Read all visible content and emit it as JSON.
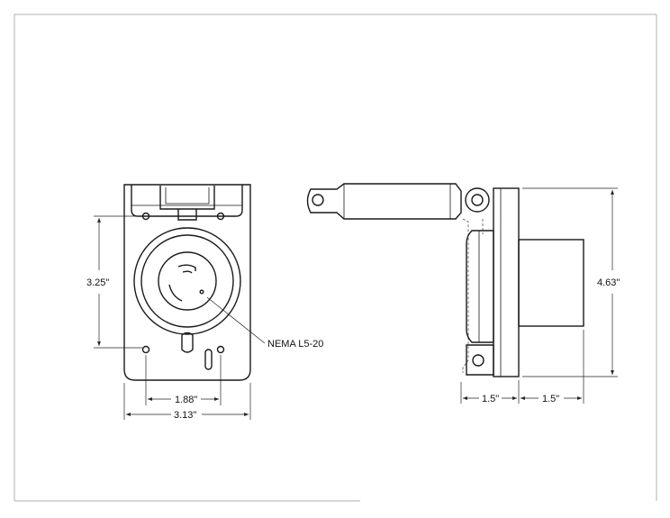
{
  "dimensions": {
    "front_height": "3.25\"",
    "front_inner_width": "1.88\"",
    "front_total_width": "3.13\"",
    "side_height": "4.63\"",
    "side_depth_left": "1.5\"",
    "side_depth_right": "1.5\""
  },
  "callout": {
    "receptacle": "NEMA L5-20"
  },
  "colors": {
    "ink": "#1a1a1a",
    "frame": "#b0b0b0",
    "background": "#ffffff"
  }
}
